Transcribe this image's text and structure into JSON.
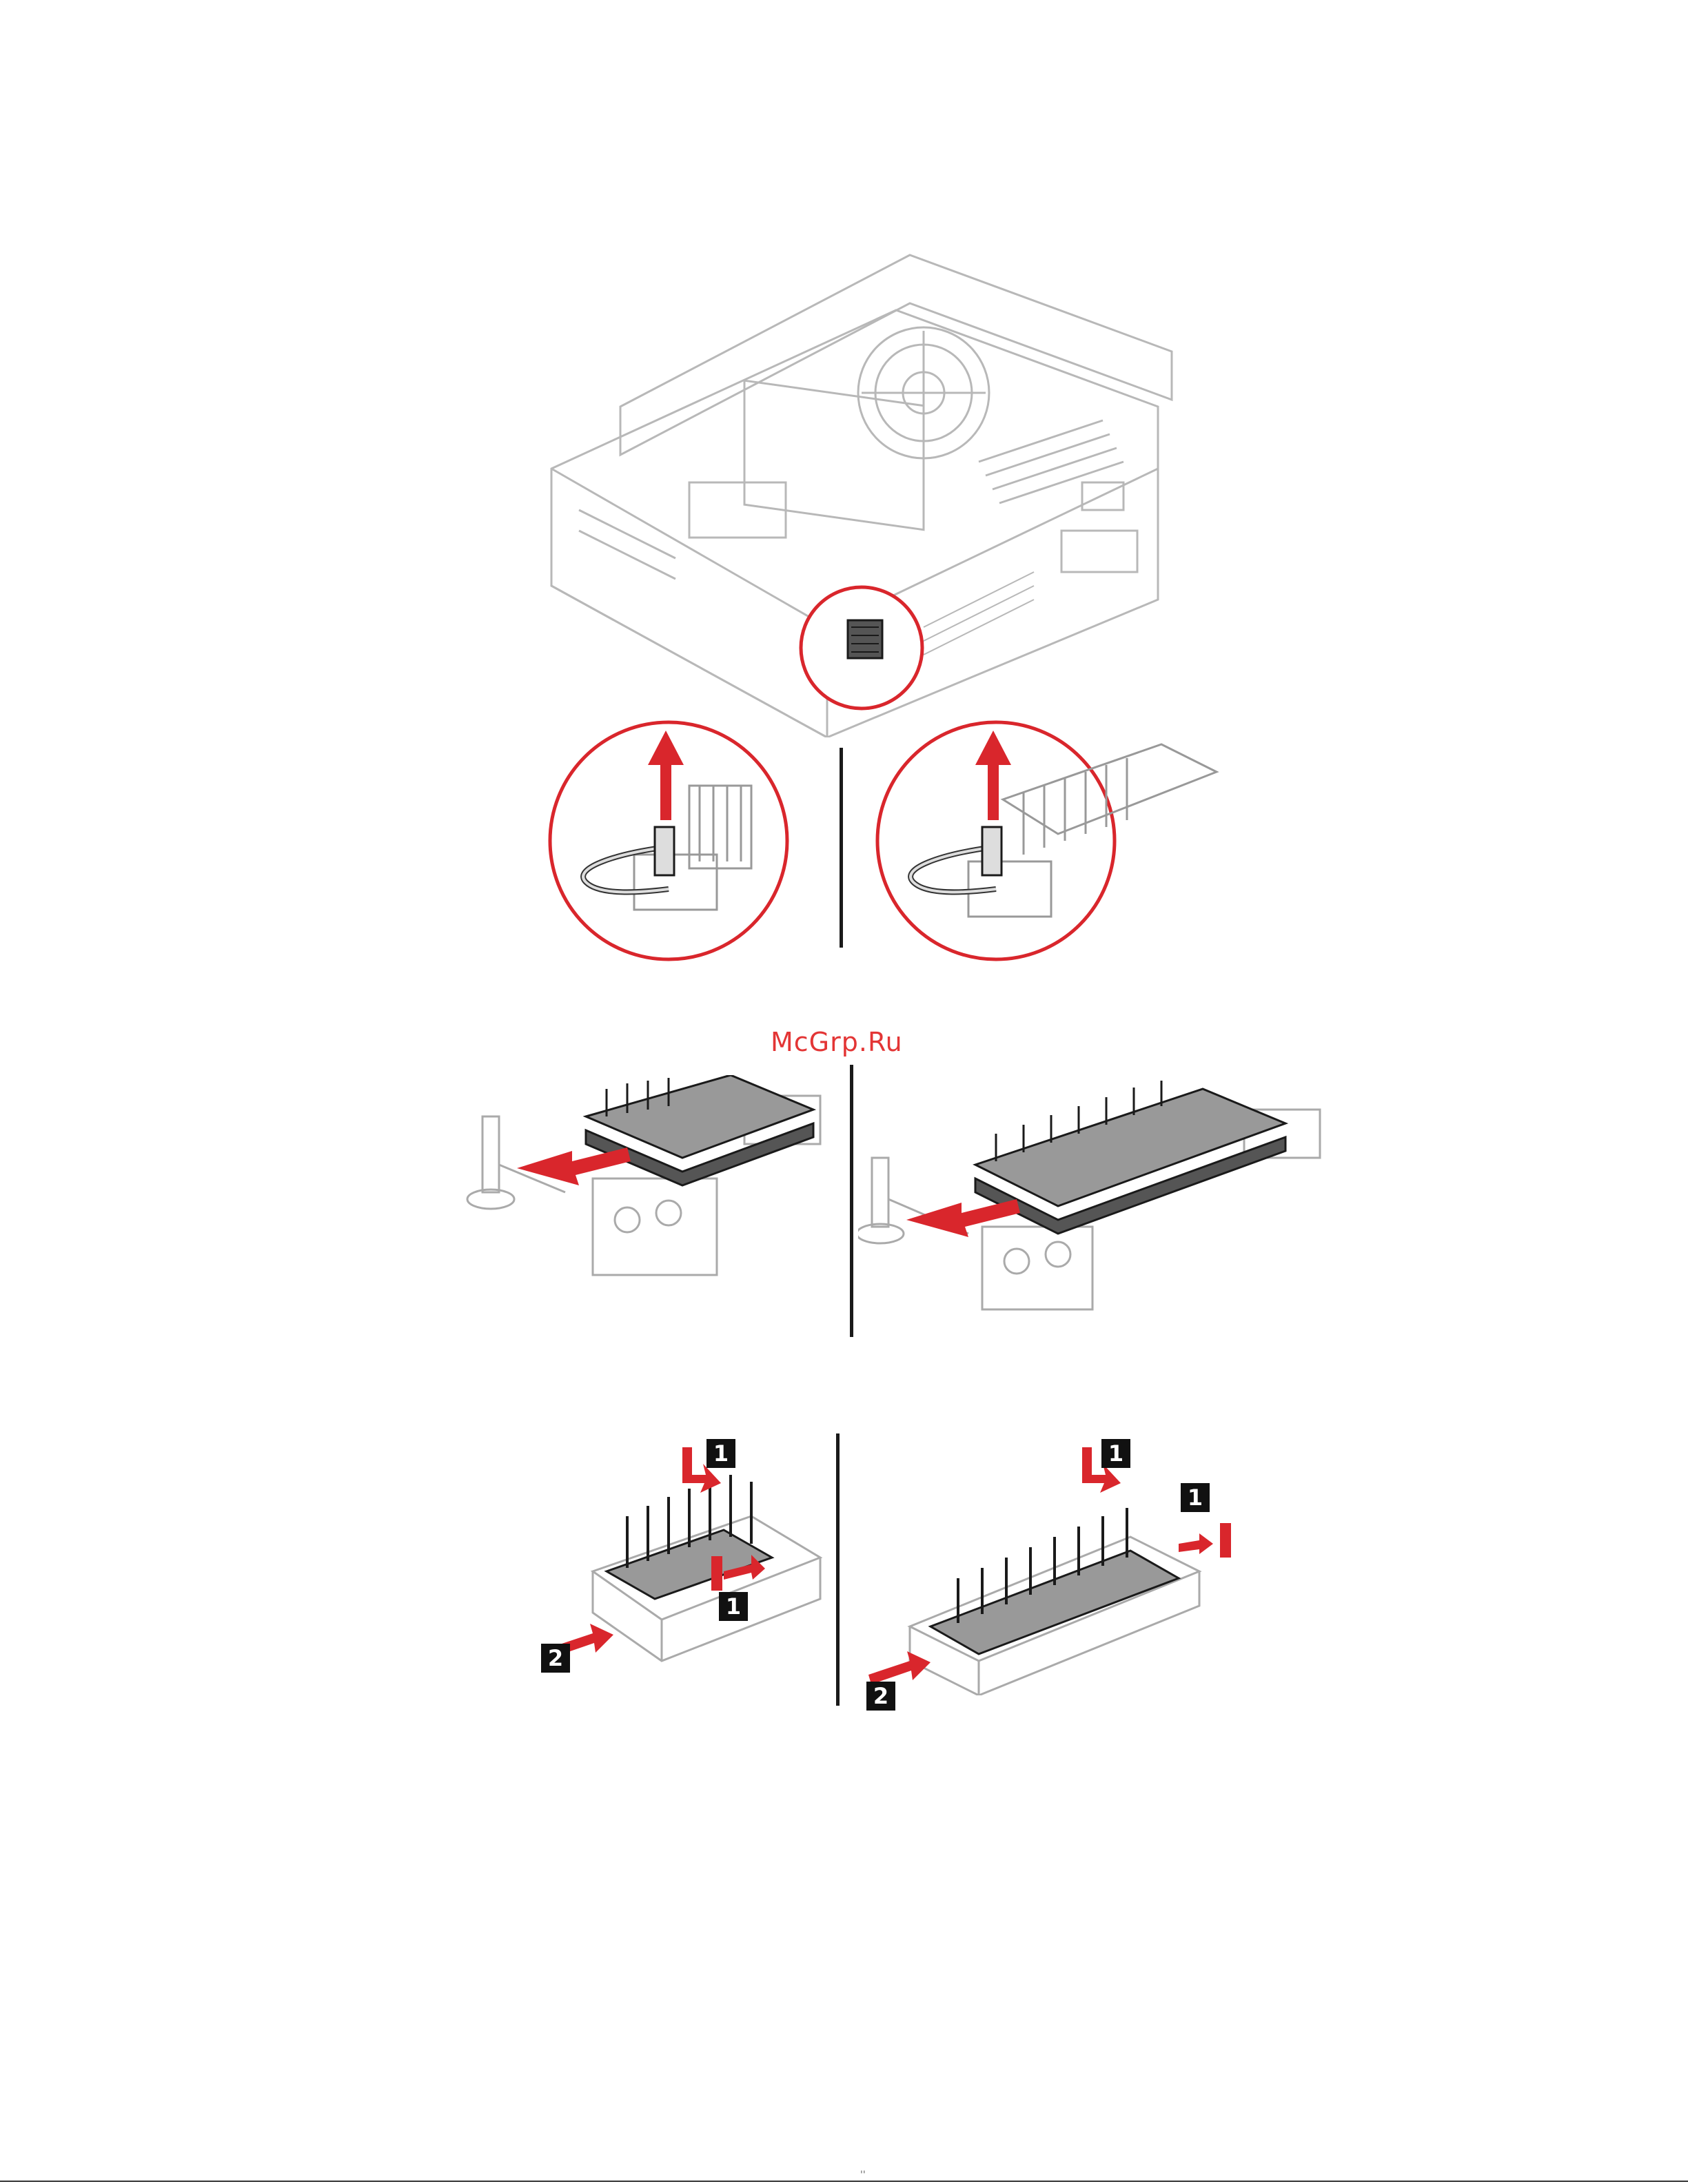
{
  "watermark": "McGrp.Ru",
  "callouts": {
    "left_top": "1",
    "left_mid": "1",
    "left_bottom": "2",
    "right_top": "1",
    "right_side": "1",
    "right_bottom": "2"
  },
  "footer_mark": "''",
  "colors": {
    "accent_red": "#d9262c",
    "line_gray": "#b8b8b8",
    "ink": "#1a1a1a"
  }
}
